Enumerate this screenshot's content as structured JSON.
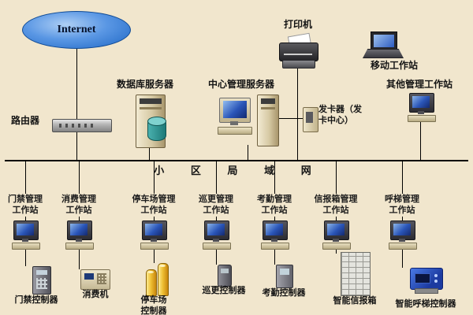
{
  "colors": {
    "background": "#f1e6cd",
    "line": "#000000",
    "cloud_blue": "#2b6fce",
    "cylinder_yellow": "#e8a81c",
    "elevator_blue": "#2a55c0"
  },
  "internet": {
    "label": "Internet"
  },
  "top": {
    "router_label": "路由器",
    "database_server_label": "数据库服务器",
    "center_server_label": "中心管理服务器",
    "printer_label": "打印机",
    "card_issuer_label": "发卡器（发\n卡中心）",
    "mobile_workstation_label": "移动工作站",
    "other_workstation_label": "其他管理工作站"
  },
  "bus": {
    "label": "小 区 局 域 网"
  },
  "workstations": [
    {
      "label": "门禁管理\n工作站",
      "device": "门禁控制器"
    },
    {
      "label": "消费管理\n工作站",
      "device": "消费机"
    },
    {
      "label": "停车场管理\n工作站",
      "device": "停车场\n控制器"
    },
    {
      "label": "巡更管理\n工作站",
      "device": "巡更控制器"
    },
    {
      "label": "考勤管理\n工作站",
      "device": "考勤控制器"
    },
    {
      "label": "信报箱管理\n工作站",
      "device": "智能信报箱"
    },
    {
      "label": "呼梯管理\n工作站",
      "device": "智能呼梯控制器"
    }
  ]
}
